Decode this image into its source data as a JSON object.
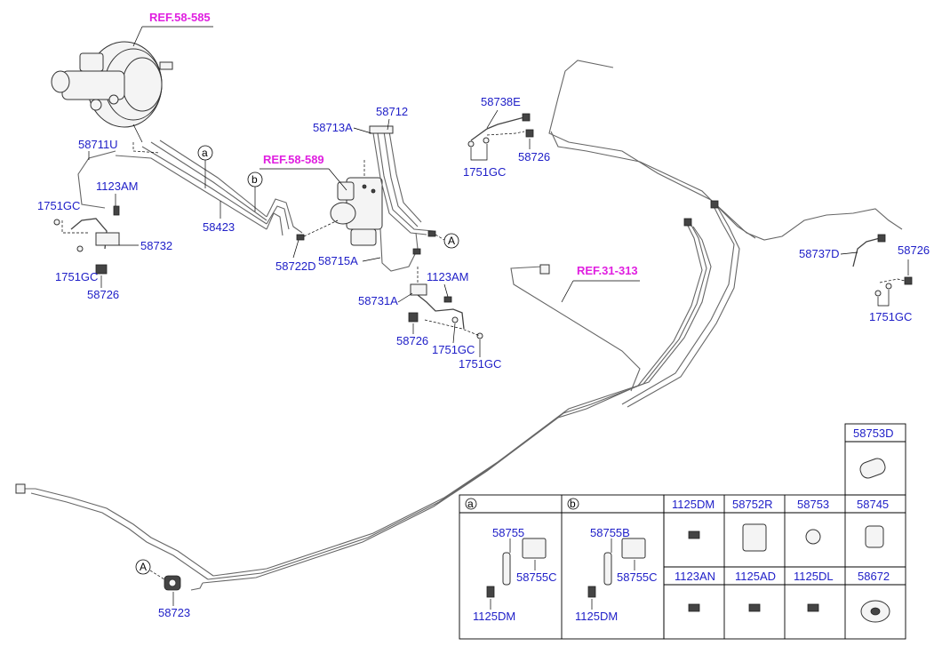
{
  "refs": {
    "booster": "REF.58-585",
    "hecu": "REF.58-589",
    "cable": "REF.31-313"
  },
  "callouts": {
    "a": "a",
    "b": "b",
    "A_upper": "A",
    "A_lower": "A"
  },
  "labels": {
    "p58711U": "58711U",
    "p1123AM_left": "1123AM",
    "p1751GC_left_top": "1751GC",
    "p58732": "58732",
    "p1751GC_left_bot": "1751GC",
    "p58726_left": "58726",
    "p58423": "58423",
    "p58722D": "58722D",
    "p58713A": "58713A",
    "p58712": "58712",
    "p58715A": "58715A",
    "p1123AM_mid": "1123AM",
    "p58731A": "58731A",
    "p58726_mid": "58726",
    "p1751GC_mid1": "1751GC",
    "p1751GC_mid2": "1751GC",
    "p58738E": "58738E",
    "p1751GC_top": "1751GC",
    "p58726_top": "58726",
    "p58737D": "58737D",
    "p58726_right": "58726",
    "p1751GC_right": "1751GC",
    "p58723": "58723"
  },
  "table": {
    "col_a": "a",
    "col_b": "b",
    "a_labels": {
      "top": "58755",
      "right": "58755C",
      "bottom": "1125DM"
    },
    "b_labels": {
      "top": "58755B",
      "right": "58755C",
      "bottom": "1125DM"
    },
    "top_cell": "58753D",
    "row1": [
      "1125DM",
      "58752R",
      "58753",
      "58745"
    ],
    "row2": [
      "1123AN",
      "1125AD",
      "1125DL",
      "58672"
    ]
  },
  "colors": {
    "part_label": "#2020c8",
    "ref_label": "#e020e0",
    "line": "#666666"
  }
}
